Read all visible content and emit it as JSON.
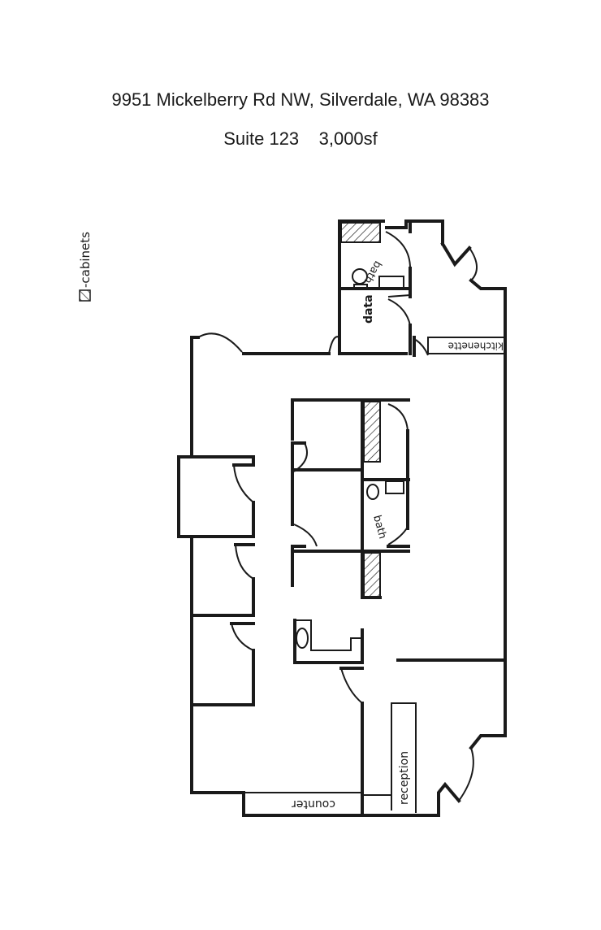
{
  "header": {
    "address": "9951 Mickelberry Rd NW, Silverdale, WA 98383",
    "suite": "Suite 123    3,000sf"
  },
  "legend": {
    "label": "-cabinets"
  },
  "rooms": {
    "bath_top": "bath",
    "data": "data",
    "kitchenette": "kitchenette",
    "bath_center": "bath",
    "reception": "reception",
    "counter": "counter"
  }
}
